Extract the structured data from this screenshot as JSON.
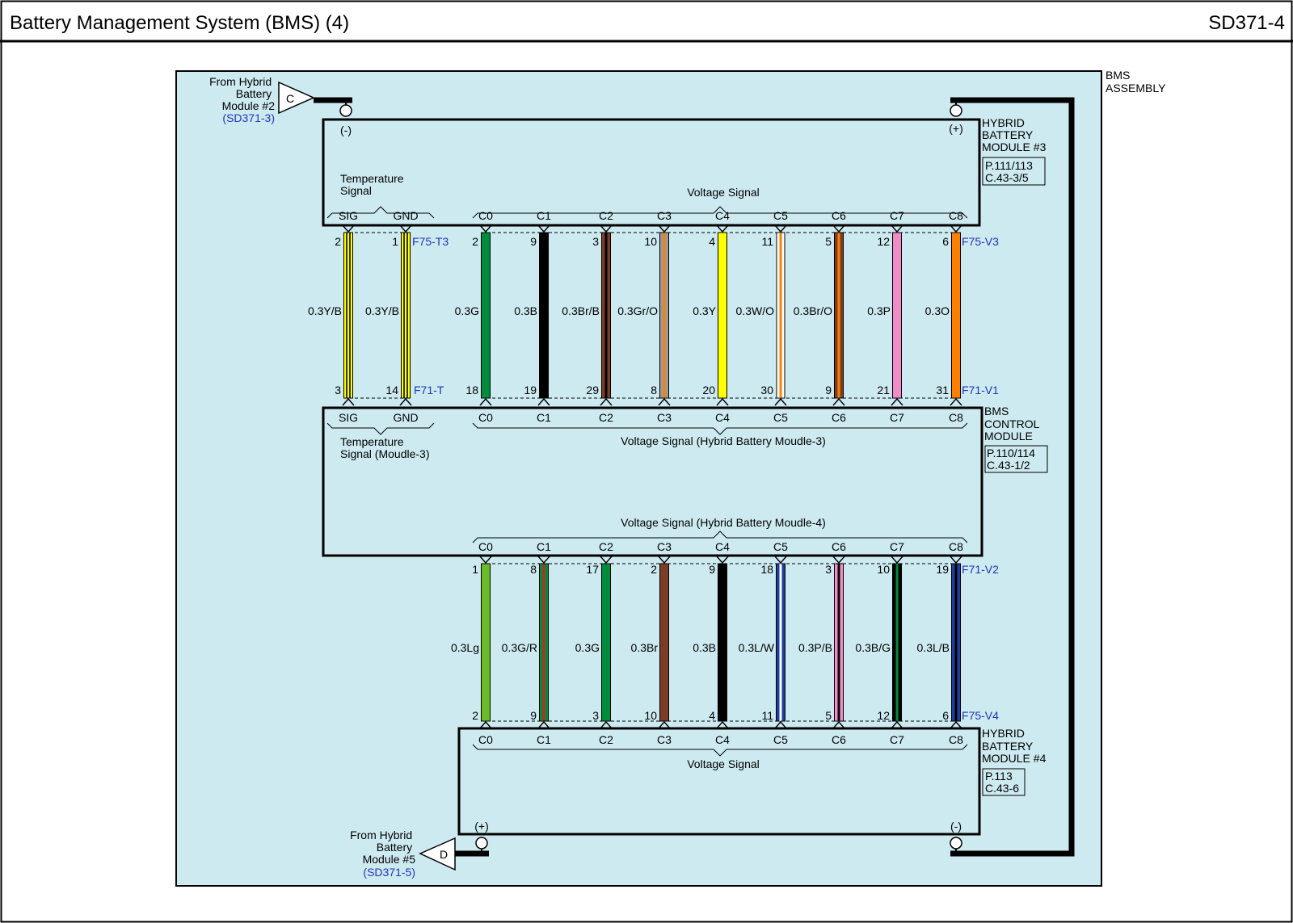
{
  "header": {
    "title": "Battery Management System (BMS) (4)",
    "code": "SD371-4"
  },
  "assembly": {
    "label_lines": [
      "BMS",
      "ASSEMBLY"
    ]
  },
  "colors": {
    "assembly_fill": "#cdeaf1",
    "link_blue": "#2233bb",
    "Y": "#ffff00",
    "G": "#008c3c",
    "B": "#000000",
    "Br": "#7b3d23",
    "Gr": "#9a9a9a",
    "O": "#ff8000",
    "W": "#ffffff",
    "P": "#f08cc8",
    "Lg": "#6cbb2a",
    "R": "#d42020",
    "L": "#1f3fa0"
  },
  "module3": {
    "label_lines": [
      "HYBRID",
      "BATTERY",
      "MODULE #3"
    ],
    "ref_lines": [
      "P.111/113",
      "C.43-3/5"
    ],
    "neg": "(-)",
    "pos": "(+)",
    "temp_label_lines": [
      "Temperature",
      "Signal"
    ],
    "voltage_label": "Voltage Signal",
    "connector_top": "F75-T3",
    "connector_voltage": "F75-V3"
  },
  "bms_control": {
    "label_lines": [
      "BMS",
      "CONTROL",
      "MODULE"
    ],
    "ref_lines": [
      "P.110/114",
      "C.43-1/2"
    ],
    "temp_label_lines": [
      "Temperature",
      "Signal (Moudle-3)"
    ],
    "voltage_label_top": "Voltage Signal (Hybrid Battery Moudle-3)",
    "voltage_label_bottom": "Voltage Signal (Hybrid Battery Moudle-4)",
    "connector_temp": "F71-T",
    "connector_v1": "F71-V1",
    "connector_v2": "F71-V2"
  },
  "module4": {
    "label_lines": [
      "HYBRID",
      "BATTERY",
      "MODULE #4"
    ],
    "ref_lines": [
      "P.113",
      "C.43-6"
    ],
    "pos": "(+)",
    "neg": "(-)",
    "voltage_label": "Voltage Signal",
    "connector_voltage": "F75-V4"
  },
  "from_c": {
    "letter": "C",
    "label_lines": [
      "From Hybrid",
      "Battery",
      "Module #2"
    ],
    "ref": "(SD371-3)"
  },
  "from_d": {
    "letter": "D",
    "label_lines": [
      "From Hybrid",
      "Battery",
      "Module #5"
    ],
    "ref": "(SD371-5)"
  },
  "pins": {
    "temp": [
      "SIG",
      "GND"
    ],
    "voltage": [
      "C0",
      "C1",
      "C2",
      "C3",
      "C4",
      "C5",
      "C6",
      "C7",
      "C8"
    ]
  },
  "wires_upper": [
    {
      "pin": "SIG",
      "spec": "0.3Y/B",
      "top": "2",
      "bottom": "3",
      "main": "Y",
      "stripe": "B"
    },
    {
      "pin": "GND",
      "spec": "0.3Y/B",
      "top": "1",
      "bottom": "14",
      "main": "Y",
      "stripe": "B"
    },
    {
      "pin": "C0",
      "spec": "0.3G",
      "top": "2",
      "bottom": "18",
      "main": "G",
      "stripe": ""
    },
    {
      "pin": "C1",
      "spec": "0.3B",
      "top": "9",
      "bottom": "19",
      "main": "B",
      "stripe": ""
    },
    {
      "pin": "C2",
      "spec": "0.3Br/B",
      "top": "3",
      "bottom": "29",
      "main": "Br",
      "stripe": "B"
    },
    {
      "pin": "C3",
      "spec": "0.3Gr/O",
      "top": "10",
      "bottom": "8",
      "main": "Gr",
      "stripe": "O"
    },
    {
      "pin": "C4",
      "spec": "0.3Y",
      "top": "4",
      "bottom": "20",
      "main": "Y",
      "stripe": ""
    },
    {
      "pin": "C5",
      "spec": "0.3W/O",
      "top": "11",
      "bottom": "30",
      "main": "W",
      "stripe": "O"
    },
    {
      "pin": "C6",
      "spec": "0.3Br/O",
      "top": "5",
      "bottom": "9",
      "main": "Br",
      "stripe": "O"
    },
    {
      "pin": "C7",
      "spec": "0.3P",
      "top": "12",
      "bottom": "21",
      "main": "P",
      "stripe": ""
    },
    {
      "pin": "C8",
      "spec": "0.3O",
      "top": "6",
      "bottom": "31",
      "main": "O",
      "stripe": ""
    }
  ],
  "wires_lower": [
    {
      "pin": "C0",
      "spec": "0.3Lg",
      "top": "1",
      "bottom": "2",
      "main": "Lg",
      "stripe": ""
    },
    {
      "pin": "C1",
      "spec": "0.3G/R",
      "top": "8",
      "bottom": "9",
      "main": "G",
      "stripe": "R"
    },
    {
      "pin": "C2",
      "spec": "0.3G",
      "top": "17",
      "bottom": "3",
      "main": "G",
      "stripe": ""
    },
    {
      "pin": "C3",
      "spec": "0.3Br",
      "top": "2",
      "bottom": "10",
      "main": "Br",
      "stripe": ""
    },
    {
      "pin": "C4",
      "spec": "0.3B",
      "top": "9",
      "bottom": "4",
      "main": "B",
      "stripe": ""
    },
    {
      "pin": "C5",
      "spec": "0.3L/W",
      "top": "18",
      "bottom": "11",
      "main": "L",
      "stripe": "W"
    },
    {
      "pin": "C6",
      "spec": "0.3P/B",
      "top": "3",
      "bottom": "5",
      "main": "P",
      "stripe": "B"
    },
    {
      "pin": "C7",
      "spec": "0.3B/G",
      "top": "10",
      "bottom": "12",
      "main": "B",
      "stripe": "G"
    },
    {
      "pin": "C8",
      "spec": "0.3L/B",
      "top": "19",
      "bottom": "6",
      "main": "L",
      "stripe": "B"
    }
  ]
}
